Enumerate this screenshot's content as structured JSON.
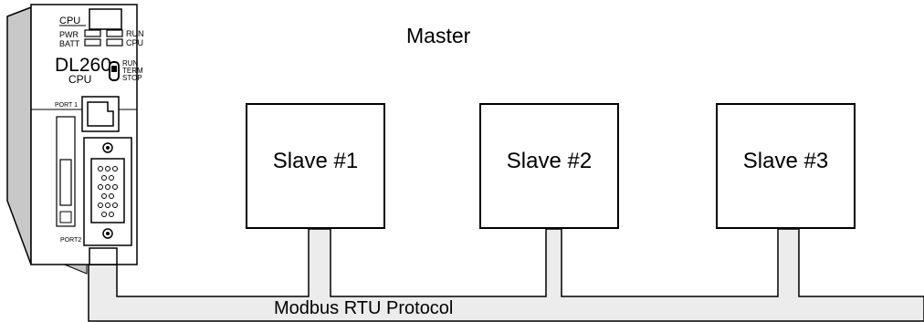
{
  "master": {
    "label": "Master"
  },
  "plc": {
    "cpu_label": "CPU",
    "pwr_label": "PWR",
    "batt_label": "BATT",
    "run_label": "RUN",
    "cpu_led_label": "CPU",
    "model": "DL260",
    "model_sub": "CPU",
    "switch_run": "RUN",
    "switch_term": "TERM",
    "switch_stop": "STOP",
    "port1_label": "PORT 1",
    "port2_label": "PORT2"
  },
  "slaves": [
    {
      "label": "Slave #1"
    },
    {
      "label": "Slave #2"
    },
    {
      "label": "Slave #3"
    }
  ],
  "network": {
    "protocol_label": "Modbus RTU Protocol"
  },
  "colors": {
    "bus_fill": "#ececec",
    "plc_side": "#c8c8c8",
    "line": "#000000"
  }
}
